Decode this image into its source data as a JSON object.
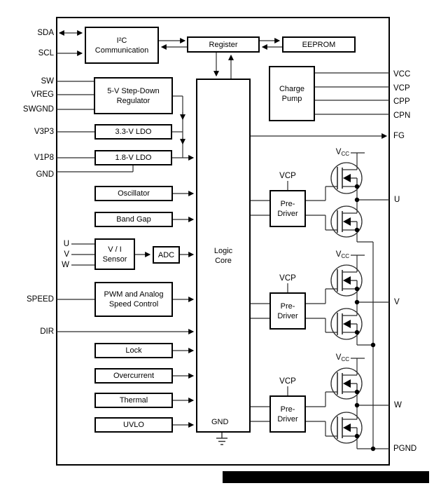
{
  "diagram_title": "motor-driver-functional-block-diagram",
  "colors": {
    "line": "#2b2b2b",
    "block_border": "#000000",
    "background": "#ffffff",
    "redaction_bar": "#000000"
  },
  "pins": {
    "left": [
      {
        "label": "SDA"
      },
      {
        "label": "SCL"
      },
      {
        "label": "SW"
      },
      {
        "label": "VREG"
      },
      {
        "label": "SWGND"
      },
      {
        "label": "V3P3"
      },
      {
        "label": "V1P8"
      },
      {
        "label": "GND"
      },
      {
        "label": "SPEED"
      },
      {
        "label": "DIR"
      }
    ],
    "inner": [
      {
        "label": "U"
      },
      {
        "label": "V"
      },
      {
        "label": "W"
      }
    ],
    "right": [
      {
        "label": "VCC"
      },
      {
        "label": "VCP"
      },
      {
        "label": "CPP"
      },
      {
        "label": "CPN"
      },
      {
        "label": "FG"
      },
      {
        "label": "U"
      },
      {
        "label": "V"
      },
      {
        "label": "W"
      },
      {
        "label": "PGND"
      }
    ]
  },
  "blocks": {
    "i2c": {
      "line1": "I²C",
      "line2": "Communication"
    },
    "register": {
      "label": "Register"
    },
    "eeprom": {
      "label": "EEPROM"
    },
    "charge_pump": {
      "line1": "Charge",
      "line2": "Pump"
    },
    "step_down": {
      "line1": "5-V Step-Down",
      "line2": "Regulator"
    },
    "ldo_3v3": {
      "label": "3.3-V LDO"
    },
    "ldo_1v8": {
      "label": "1.8-V LDO"
    },
    "oscillator": {
      "label": "Oscillator"
    },
    "band_gap": {
      "label": "Band Gap"
    },
    "vi_sensor": {
      "line1": "V / I",
      "line2": "Sensor"
    },
    "adc": {
      "label": "ADC"
    },
    "pwm": {
      "line1": "PWM and Analog",
      "line2": "Speed Control"
    },
    "lock": {
      "label": "Lock"
    },
    "overcurrent": {
      "label": "Overcurrent"
    },
    "thermal": {
      "label": "Thermal"
    },
    "uvlo": {
      "label": "UVLO"
    },
    "logic_core": {
      "line1": "Logic",
      "line2": "Core",
      "gnd_label": "GND"
    },
    "pre_driver": {
      "line1": "Pre-",
      "line2": "Driver"
    }
  },
  "labels": {
    "vcp": "VCP",
    "vcc_main": "V",
    "vcc_sub": "CC"
  }
}
